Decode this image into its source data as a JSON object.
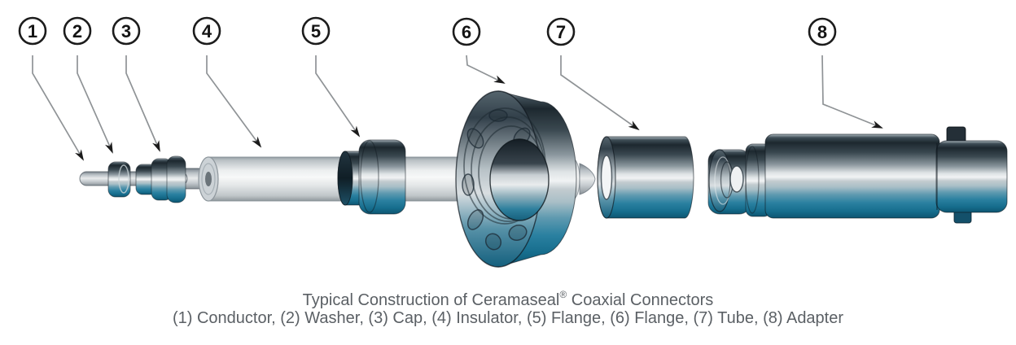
{
  "figure": {
    "description": "Exploded-view technical diagram of a coaxial connector with numbered callouts",
    "callouts": [
      {
        "number": "1",
        "label": "Conductor"
      },
      {
        "number": "2",
        "label": "Washer"
      },
      {
        "number": "3",
        "label": "Cap"
      },
      {
        "number": "4",
        "label": "Insulator"
      },
      {
        "number": "5",
        "label": "Flange"
      },
      {
        "number": "6",
        "label": "Flange"
      },
      {
        "number": "7",
        "label": "Tube"
      },
      {
        "number": "8",
        "label": "Adapter"
      }
    ],
    "caption": {
      "title_prefix": "Typical Construction of Ceramaseal",
      "registered_mark": "®",
      "title_suffix": " Coaxial Connectors",
      "parts_list": "(1) Conductor, (2) Washer, (3) Cap, (4) Insulator, (5) Flange, (6) Flange, (7) Tube, (8) Adapter"
    },
    "colors": {
      "teal_accent": "#1d7596",
      "metal_dark": "#1d272e",
      "ceramic_light": "#f2f3f4",
      "caption_text": "#5b6065",
      "leader_line": "#8f9396",
      "arrowhead": "#1b1b1b",
      "background": "#ffffff"
    }
  }
}
